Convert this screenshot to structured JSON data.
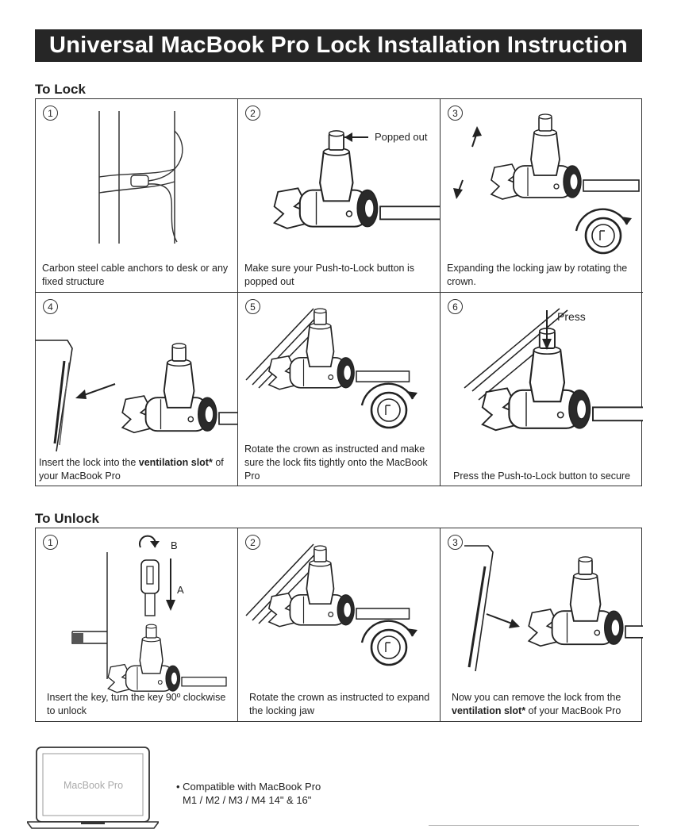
{
  "title": "Universal MacBook Pro Lock Installation Instruction",
  "lock": {
    "heading": "To Lock",
    "steps": [
      {
        "num": "1",
        "caption": "Carbon steel cable anchors to desk or any fixed structure"
      },
      {
        "num": "2",
        "caption": "Make sure your Push-to-Lock button is popped out",
        "label": "Popped out"
      },
      {
        "num": "3",
        "caption": "Expanding the locking jaw by rotating the crown."
      },
      {
        "num": "4",
        "caption_pre": "Insert the lock into the ",
        "caption_bold": "ventilation slot*",
        "caption_post": " of your MacBook Pro"
      },
      {
        "num": "5",
        "caption": "Rotate the crown as instructed and make sure the lock fits tightly onto the MacBook Pro"
      },
      {
        "num": "6",
        "caption": "Press the Push-to-Lock button to secure",
        "label": "Press"
      }
    ]
  },
  "unlock": {
    "heading": "To Unlock",
    "steps": [
      {
        "num": "1",
        "caption": "Insert the key, turn the key 90º clockwise to unlock",
        "label_a": "A",
        "label_b": "B"
      },
      {
        "num": "2",
        "caption": "Rotate the crown as instructed to expand the locking jaw"
      },
      {
        "num": "3",
        "caption_pre": "Now you can remove the lock from the ",
        "caption_bold": "ventilation slot*",
        "caption_post": " of your MacBook Pro"
      }
    ]
  },
  "footer": {
    "laptop_label": "MacBook Pro",
    "compat_line1": "• Compatible with MacBook Pro",
    "compat_line2": "M1 / M2 / M3 / M4 14\" & 16\""
  }
}
